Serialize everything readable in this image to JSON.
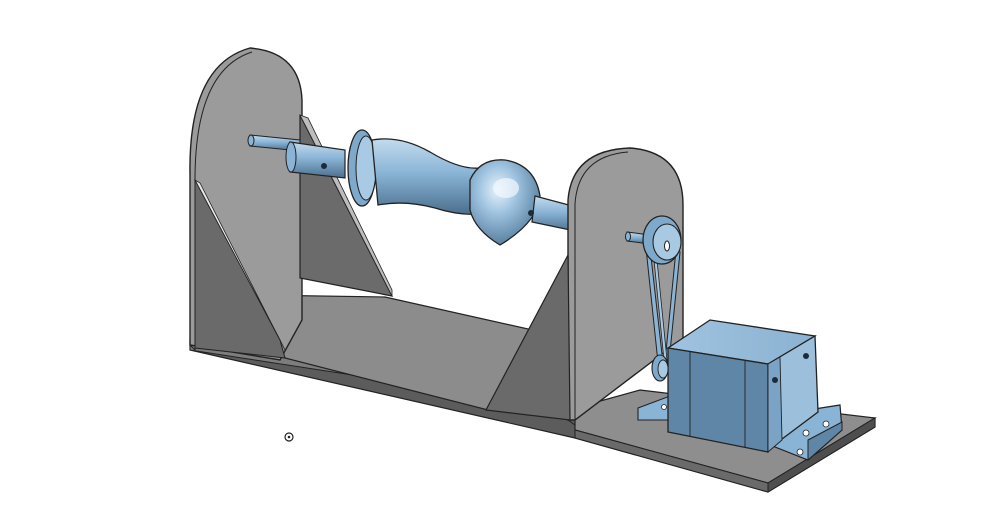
{
  "viewport": {
    "background": "#ffffff",
    "model_type": "cad-assembly-isometric"
  },
  "palette": {
    "gray_light": "#9b9b9b",
    "gray_mid": "#7d7d7d",
    "gray_dark": "#6a6a6a",
    "gray_shadow": "#5c5c5c",
    "edge": "#222222",
    "blue_light": "#a8c9e2",
    "blue_mid": "#8ab4d6",
    "blue_dark": "#5f86a6",
    "blue_shadow": "#4b6f8d"
  },
  "parts": {
    "base_plate": "base-plate",
    "left_support": "left-support-plate",
    "right_support": "right-support-plate",
    "gusset_left": "left-gusset",
    "gusset_right": "right-gusset",
    "shaft": "main-shaft",
    "spindle_form": "spindle-form",
    "pulley_driven": "driven-pulley",
    "pulley_drive": "drive-pulley",
    "belt": "drive-belt",
    "motor": "stepper-motor",
    "motor_mount": "motor-bracket"
  },
  "origin_marker_icon": "origin-marker-icon"
}
